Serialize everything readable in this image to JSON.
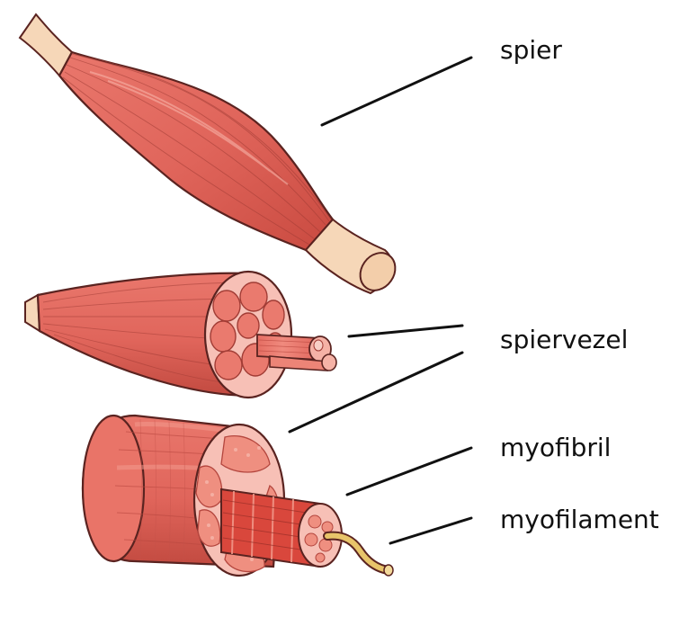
{
  "labels": {
    "spier": "spier",
    "spiervezel": "spiervezel",
    "myofibril": "myofibril",
    "myofilament": "myofilament"
  },
  "colors": {
    "muscle": "#e0655b",
    "muscle_light": "#f08e80",
    "muscle_dark": "#c2443c",
    "tendon": "#f6d7b8",
    "outline": "#5a2320",
    "fiber_bg": "#f7c0b6",
    "fiber": "#eb7c70",
    "filament": "#e8c46a",
    "leader": "#111111"
  }
}
